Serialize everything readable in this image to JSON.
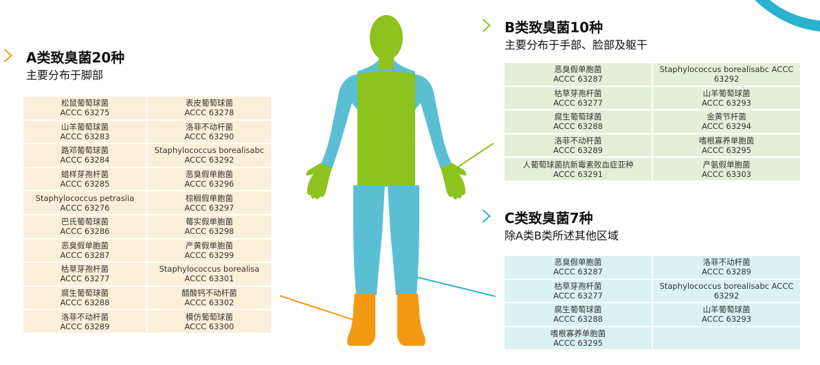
{
  "colors": {
    "accent_a": "#f39a23",
    "accent_b": "#8dc21f",
    "accent_c": "#29b3ce",
    "body_blue": "#5bbfd4",
    "body_green": "#8dc21f",
    "body_orange": "#f39a12",
    "table_a_bg": "#fcefd9",
    "table_b_bg": "#e5efd8",
    "table_c_bg": "#dbf2f2"
  },
  "icons": {
    "section_marker": "chevron-right-icon"
  },
  "section_a": {
    "title": "A类致臭菌20种",
    "subtitle": "主要分布于脚部",
    "rows": [
      [
        {
          "name": "松鼠葡萄球菌",
          "code": "ACCC 63275"
        },
        {
          "name": "表皮葡萄球菌",
          "code": "ACCC 63278"
        }
      ],
      [
        {
          "name": "山羊葡萄球菌",
          "code": "ACCC 63283"
        },
        {
          "name": "洛菲不动杆菌",
          "code": "ACCC 63290"
        }
      ],
      [
        {
          "name": "路邓葡萄球菌",
          "code": "ACCC 63284"
        },
        {
          "name": "Staphylococcus borealisabc",
          "code": "ACCC 63292"
        }
      ],
      [
        {
          "name": "蜡样芽孢杆菌",
          "code": "ACCC 63285"
        },
        {
          "name": "恶臭假单胞菌",
          "code": "ACCC 63296"
        }
      ],
      [
        {
          "name": "Staphylococcus petrasiia",
          "code": "ACCC 63276"
        },
        {
          "name": "棕榈假单胞菌",
          "code": "ACCC 63297"
        }
      ],
      [
        {
          "name": "巴氏葡萄球菌",
          "code": "ACCC 63286"
        },
        {
          "name": "莓实假单胞菌",
          "code": "ACCC 63298"
        }
      ],
      [
        {
          "name": "恶臭假单胞菌",
          "code": "ACCC 63287"
        },
        {
          "name": "产黄假单胞菌",
          "code": "ACCC 63299"
        }
      ],
      [
        {
          "name": "枯草芽孢杆菌",
          "code": "ACCC 63277"
        },
        {
          "name": "Staphylococcus borealisa",
          "code": "ACCC 63301"
        }
      ],
      [
        {
          "name": "腐生葡萄球菌",
          "code": "ACCC 63288"
        },
        {
          "name": "醋酸钙不动杆菌",
          "code": "ACCC 63302"
        }
      ],
      [
        {
          "name": "洛菲不动杆菌",
          "code": "ACCC 63289"
        },
        {
          "name": "模仿葡萄球菌",
          "code": "ACCC 63300"
        }
      ]
    ]
  },
  "section_b": {
    "title": "B类致臭菌10种",
    "subtitle": "主要分布于手部、脸部及躯干",
    "rows": [
      [
        {
          "name": "恶臭假单胞菌",
          "code": "ACCC 63287"
        },
        {
          "name": "Staphylococcus borealisabc  ACCC",
          "code": "63292"
        }
      ],
      [
        {
          "name": "枯草芽孢杆菌",
          "code": "ACCC 63277"
        },
        {
          "name": "山羊葡萄球菌",
          "code": "ACCC 63293"
        }
      ],
      [
        {
          "name": "腐生葡萄球菌",
          "code": "ACCC 63288"
        },
        {
          "name": "金黄节杆菌",
          "code": "ACCC 63294"
        }
      ],
      [
        {
          "name": "洛菲不动杆菌",
          "code": "ACCC 63289"
        },
        {
          "name": "嗜根寡养单胞菌",
          "code": "ACCC 63295"
        }
      ],
      [
        {
          "name": "人葡萄球菌抗新霉素败血症亚种",
          "code": "ACCC 63291"
        },
        {
          "name": "产氨假单胞菌",
          "code": "ACCC 63303"
        }
      ]
    ]
  },
  "section_c": {
    "title": "C类致臭菌7种",
    "subtitle": "除A类B类所述其他区域",
    "rows": [
      [
        {
          "name": "恶臭假单胞菌",
          "code": "ACCC 63287"
        },
        {
          "name": "洛菲不动杆菌",
          "code": "ACCC 63289"
        }
      ],
      [
        {
          "name": "枯草芽孢杆菌",
          "code": "ACCC 63277"
        },
        {
          "name": "Staphylococcus borealisabc  ACCC",
          "code": "63292"
        }
      ],
      [
        {
          "name": "腐生葡萄球菌",
          "code": "ACCC 63288"
        },
        {
          "name": "山羊葡萄球菌",
          "code": "ACCC 63293"
        }
      ],
      [
        {
          "name": "嗜根寡养单胞菌",
          "code": "ACCC 63295"
        },
        {
          "name": "",
          "code": ""
        }
      ]
    ]
  }
}
